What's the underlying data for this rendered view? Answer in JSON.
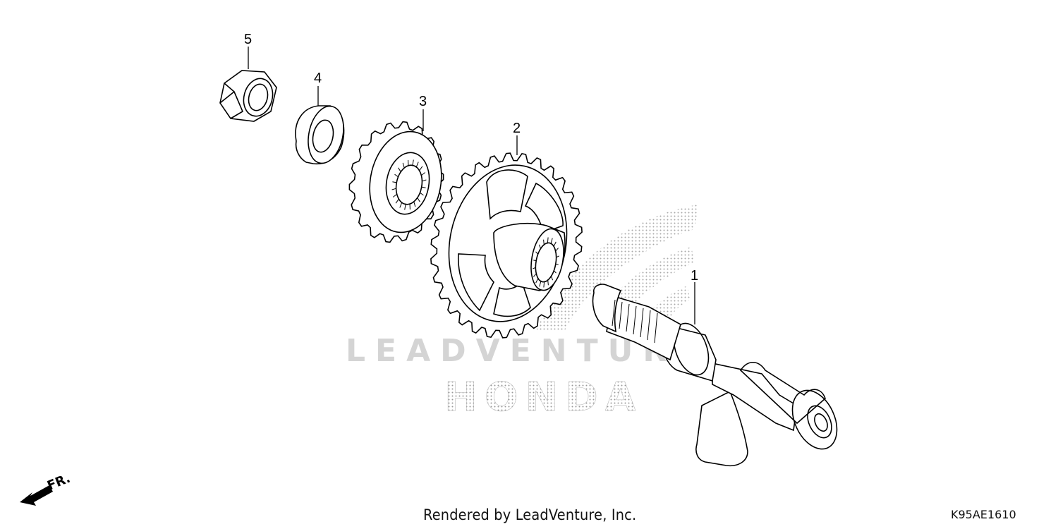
{
  "parts": [
    {
      "number": "1",
      "shape": "crank-shaft"
    },
    {
      "number": "2",
      "shape": "large-gear"
    },
    {
      "number": "3",
      "shape": "small-gear"
    },
    {
      "number": "4",
      "shape": "washer"
    },
    {
      "number": "5",
      "shape": "hex-nut"
    }
  ],
  "direction_label": "FR.",
  "watermark": {
    "line1": "LEADVENTURE",
    "line2": "HONDA"
  },
  "footer": {
    "credit": "Rendered by LeadVenture, Inc.",
    "diagram_code": "K95AE1610"
  },
  "colors": {
    "ink": "#000000",
    "watermark": "#c8c8c8",
    "dots": "#9a9a9a"
  }
}
